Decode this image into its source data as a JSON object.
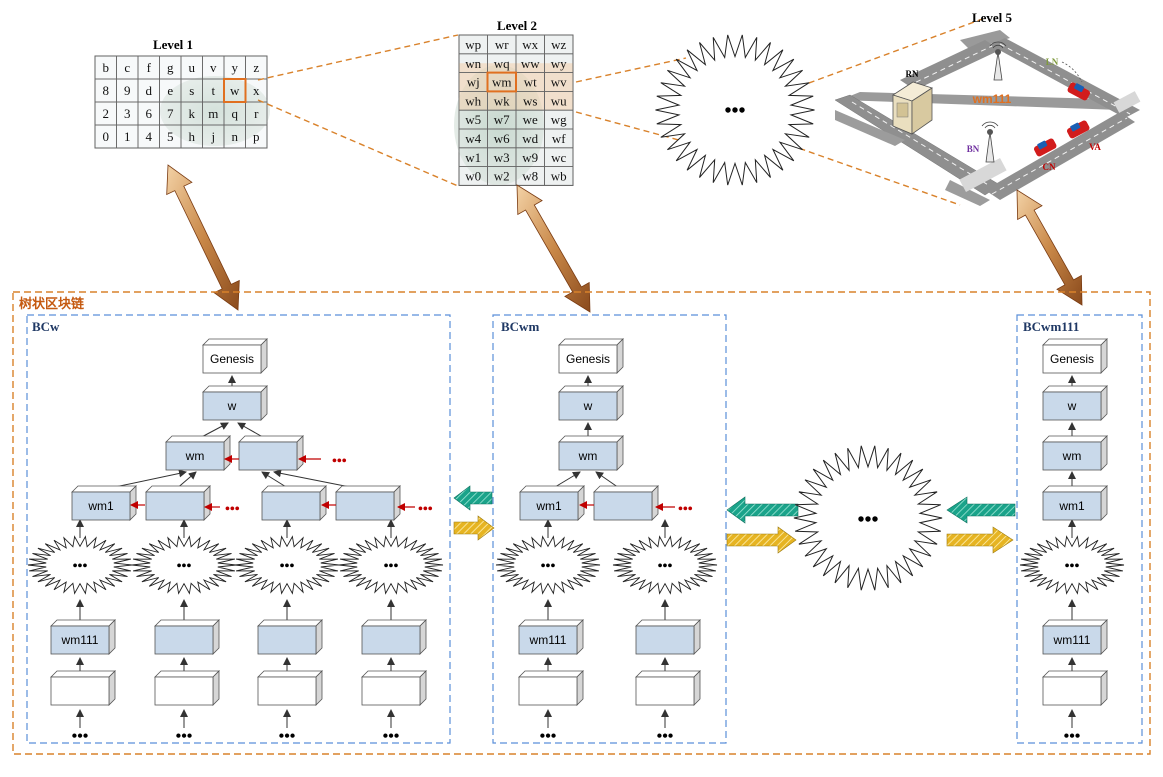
{
  "level1": {
    "title": "Level 1",
    "grid": [
      [
        "b",
        "c",
        "f",
        "g",
        "u",
        "v",
        "y",
        "z"
      ],
      [
        "8",
        "9",
        "d",
        "e",
        "s",
        "t",
        "w",
        "x"
      ],
      [
        "2",
        "3",
        "6",
        "7",
        "k",
        "m",
        "q",
        "r"
      ],
      [
        "0",
        "1",
        "4",
        "5",
        "h",
        "j",
        "n",
        "p"
      ]
    ]
  },
  "level2": {
    "title": "Level 2",
    "grid": [
      [
        "wp",
        "wr",
        "wx",
        "wz"
      ],
      [
        "wn",
        "wq",
        "ww",
        "wy"
      ],
      [
        "wj",
        "wm",
        "wt",
        "wv"
      ],
      [
        "wh",
        "wk",
        "ws",
        "wu"
      ],
      [
        "w5",
        "w7",
        "we",
        "wg"
      ],
      [
        "w4",
        "w6",
        "wd",
        "wf"
      ],
      [
        "w1",
        "w3",
        "w9",
        "wc"
      ],
      [
        "w0",
        "w2",
        "w8",
        "wb"
      ]
    ]
  },
  "level5": {
    "title": "Level 5",
    "cell_label": "wm111",
    "labels": {
      "rn": "RN",
      "ln": "LN",
      "bn": "BN",
      "cn": "CN",
      "va": "VA"
    }
  },
  "ellipsis": "•••",
  "tree_title": "树状区块链",
  "chains": {
    "bcw": {
      "title": "BCw",
      "genesis": "Genesis",
      "level1": "w",
      "level2": [
        "wm",
        ""
      ],
      "level3": [
        "wm1",
        "",
        "",
        ""
      ],
      "leaves": [
        "wm111",
        "",
        "",
        ""
      ]
    },
    "bcwm": {
      "title": "BCwm",
      "genesis": "Genesis",
      "level1": "w",
      "level2": "wm",
      "level3": [
        "wm1",
        ""
      ],
      "leaves": [
        "wm111",
        ""
      ]
    },
    "bcwm111": {
      "title": "BCwm111",
      "genesis": "Genesis",
      "level1": "w",
      "level2": "wm",
      "level3": "wm1",
      "leaves": [
        "wm111"
      ]
    }
  },
  "colors": {
    "dashed_orange": "#d9822b",
    "dashed_blue": "#5b8fd9",
    "block_fill": "#c9d9ea",
    "teal_arrow": "#1aa38a",
    "gold_arrow": "#e6b422",
    "brown_arrow": "#a0522d",
    "red_dots": "#c00000",
    "highlight": "#e07020"
  }
}
